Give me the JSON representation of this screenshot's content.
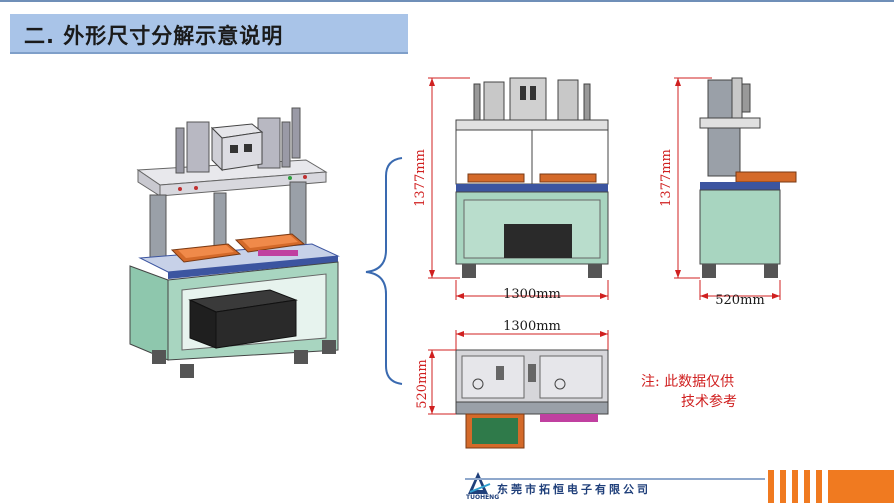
{
  "slide": {
    "title": "二. 外形尺寸分解示意说明",
    "note_line1": "注: 此数据仅供",
    "note_line2": "技术参考",
    "footer_company": "东莞市拓恒电子有限公司",
    "logo_text": "TUOHENG"
  },
  "dimensions": {
    "front_height": "1377mm",
    "front_width": "1300mm",
    "side_height": "1377mm",
    "side_depth": "520mm",
    "top_width": "1300mm",
    "top_depth": "520mm"
  },
  "colors": {
    "title_bar": "#a9c4e8",
    "cabinet": "#a8d5c0",
    "dimension_red": "#d02020",
    "brace_blue": "#3a6ab0",
    "tray_orange": "#d46a2a",
    "stripe_orange": "#f07a20"
  }
}
